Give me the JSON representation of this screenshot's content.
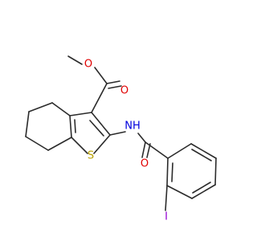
{
  "molecule": {
    "atoms": {
      "o_carbonyl": "O",
      "o_methoxy": "O",
      "nh": "NH",
      "s": "S",
      "o_amide": "O",
      "iodine": "I"
    },
    "colors": {
      "bond": "#2b2b2b",
      "oxygen": "#e00000",
      "nitrogen": "#0000dd",
      "sulfur": "#b8a000",
      "iodine": "#9400d3"
    }
  }
}
